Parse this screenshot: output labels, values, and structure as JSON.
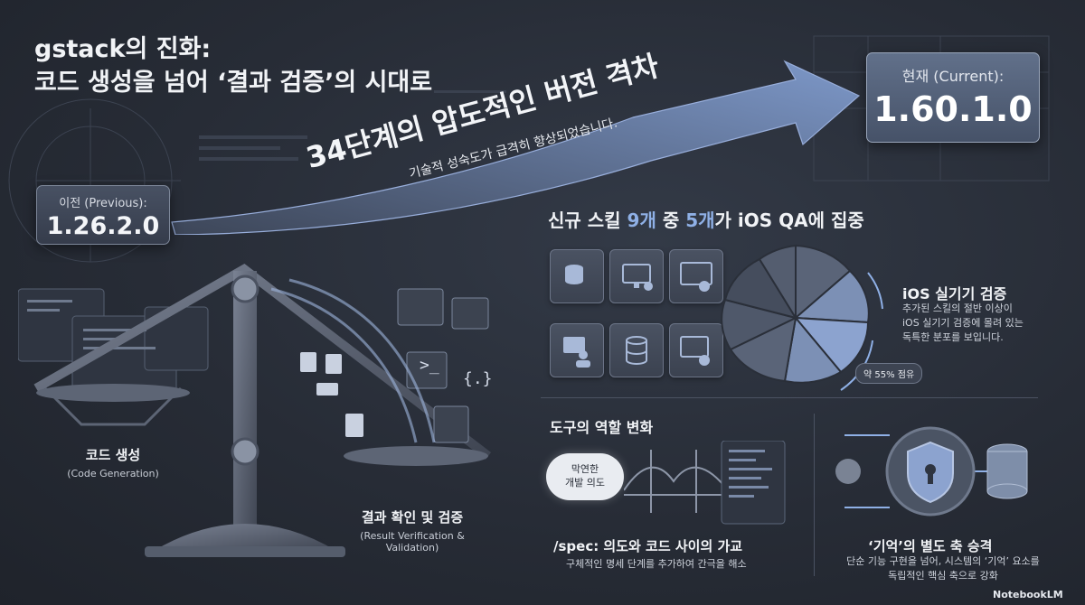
{
  "title": {
    "line1": "gstack의 진화:",
    "line2": "코드 생성을 넘어 ‘결과 검증’의 시대로"
  },
  "previous": {
    "label": "이전 (Previous):",
    "version": "1.26.2.0"
  },
  "current": {
    "label": "현재 (Current):",
    "version": "1.60.1.0"
  },
  "arrow": {
    "headline": "34단계의 압도적인 버전 격차",
    "subtext": "기술적 성숙도가 급격히 향상되었습니다."
  },
  "scale": {
    "left": {
      "title": "코드 생성",
      "subtitle": "(Code Generation)"
    },
    "right": {
      "title": "결과 확인 및 검증",
      "subtitle": "(Result Verification & Validation)"
    }
  },
  "skills": {
    "title_prefix": "신규 스킬 ",
    "count_new": "9개",
    "title_mid": " 중 ",
    "count_ios": "5개",
    "title_suffix": "가 iOS QA에 집중",
    "ios_title": "iOS 실기기 검증",
    "ios_desc_1": "추가된 스킬의 절반 이상이",
    "ios_desc_2": "iOS 실기기 검증에 몰려 있는",
    "ios_desc_3": "독특한 분포를 보입니다.",
    "share_badge": "약 55% 점유",
    "ios_share": 0.55
  },
  "roles": {
    "title": "도구의 역할 변화",
    "cloud_text_1": "막연한",
    "cloud_text_2": "개발 의도",
    "spec_title": "/spec: 의도와 코드 사이의 가교",
    "spec_desc": "구체적인 명세 단계를 추가하여 간극을 해소",
    "memory_title": "‘기억’의 별도 축 승격",
    "memory_desc_1": "단순 기능 구현을 넘어, 시스템의 ‘기억’ 요소를",
    "memory_desc_2": "독립적인 핵심 축으로 강화"
  },
  "brand": "NotebookLM",
  "colors": {
    "accent": "#8fb0e6",
    "background": "#272c36",
    "panel": "#485163"
  }
}
